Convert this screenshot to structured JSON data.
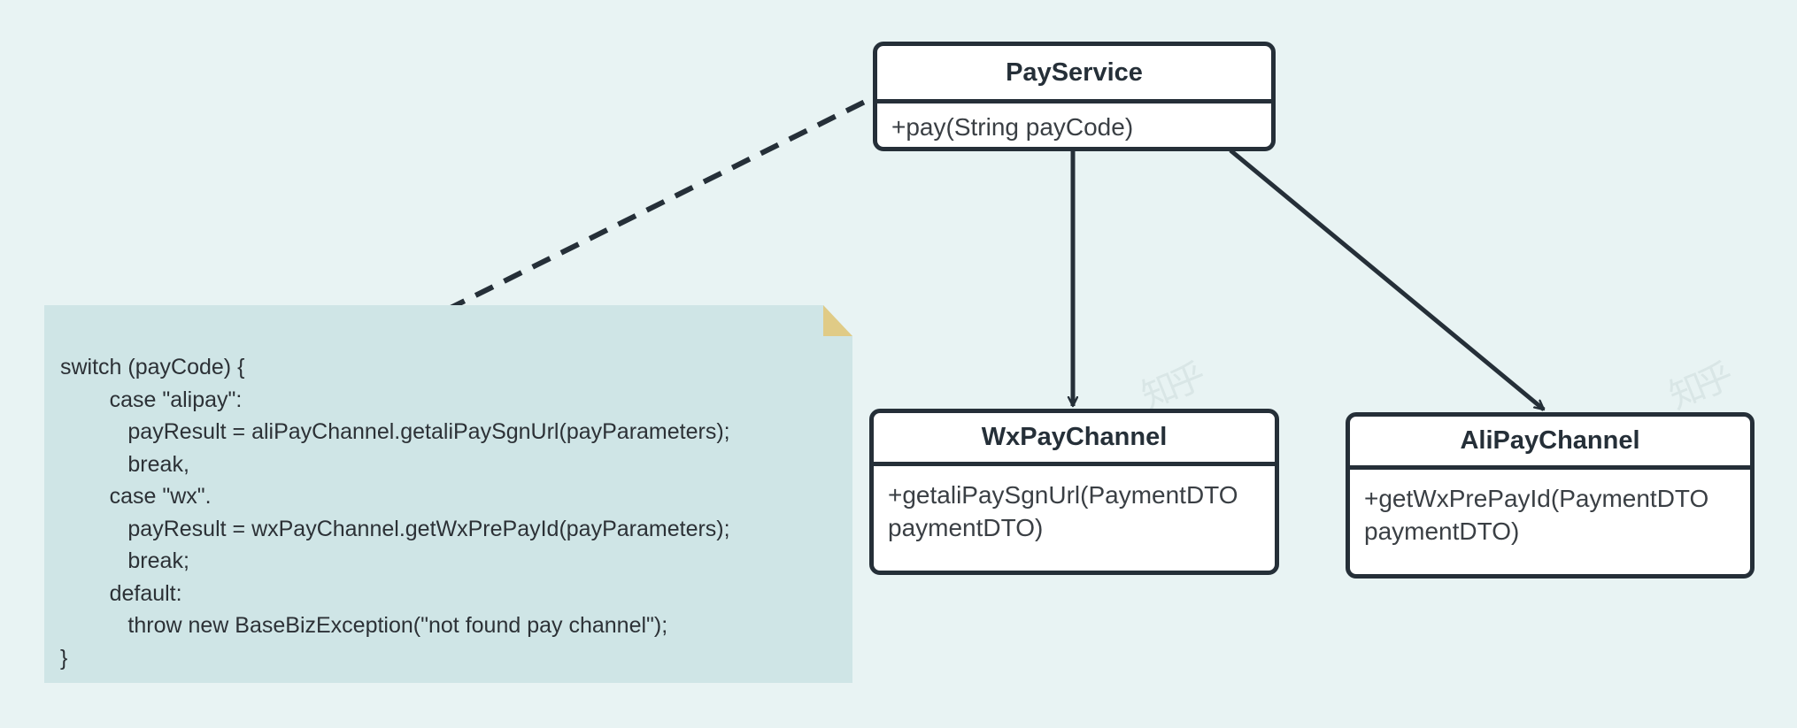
{
  "diagram": {
    "title": "PayService payment channel UML class diagram",
    "background_color": "#e8f3f3",
    "stroke_color": "#252f38",
    "note_fill_color": "#cfe5e6",
    "note_fold_color": "#e0cb86"
  },
  "classes": [
    {
      "id": "payservice",
      "name": "PayService",
      "members": [
        "+pay(String payCode)"
      ]
    },
    {
      "id": "wxpaychannel",
      "name": "WxPayChannel",
      "members": [
        "+getaliPaySgnUrl(PaymentDTO paymentDTO)"
      ]
    },
    {
      "id": "alipaychannel",
      "name": "AliPayChannel",
      "members": [
        "+getWxPrePayId(PaymentDTO paymentDTO)"
      ]
    }
  ],
  "note": {
    "code": "switch (payCode) {\n        case \"alipay\":\n           payResult = aliPayChannel.getaliPaySgnUrl(payParameters);\n           break,\n        case \"wx\".\n           payResult = wxPayChannel.getWxPrePayId(payParameters);\n           break;\n        default:\n           throw new BaseBizException(\"not found pay channel\");\n}"
  },
  "connectors": [
    {
      "id": "note-to-payservice",
      "style": "dashed",
      "from": "note",
      "to": "payservice",
      "arrowhead": "none"
    },
    {
      "id": "payservice-to-wxpaychannel",
      "style": "solid",
      "from": "payservice",
      "to": "wxpaychannel",
      "arrowhead": "open"
    },
    {
      "id": "payservice-to-alipaychannel",
      "style": "solid",
      "from": "payservice",
      "to": "alipaychannel",
      "arrowhead": "open"
    }
  ],
  "watermarks": {
    "text": "知乎"
  }
}
